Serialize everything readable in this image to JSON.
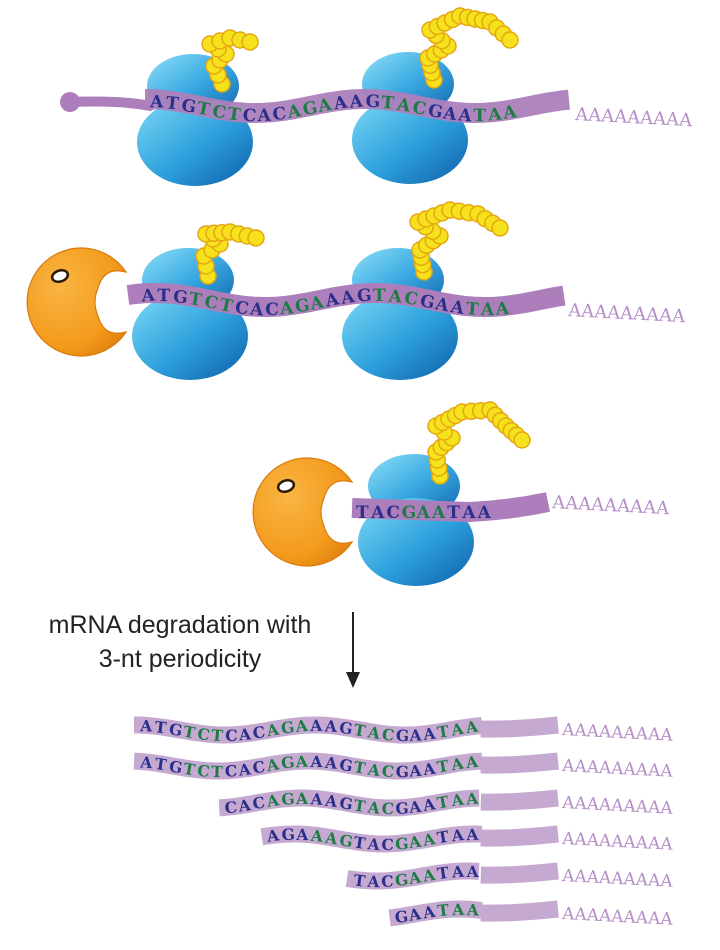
{
  "caption": {
    "line1": "mRNA degradation with",
    "line2": "3-nt periodicity"
  },
  "colors": {
    "mrna_strand": "#ac7fbc",
    "mrna_strand_light": "#c5a9d1",
    "codon_blue": "#2b2f8a",
    "codon_green": "#1e7b46",
    "polyA_text": "#b58ec7",
    "ribosome_light": "#6fd0f2",
    "ribosome_dark": "#1066b0",
    "exonuclease": "#f39a1c",
    "exonuclease_dark": "#d87a0b",
    "peptide_bead": "#f6e21c",
    "peptide_bead_edge": "#e5a613",
    "arrow": "#222222"
  },
  "sequence_full": "ATGTCTCACAGAAAGTACGAATAA",
  "codons": [
    "ATG",
    "TCT",
    "CAC",
    "AGA",
    "AAG",
    "TAC",
    "GAA",
    "TAA"
  ],
  "poly_a_tail": "AAAAAAAAA",
  "panels": [
    {
      "name": "panel-translating-mrna",
      "sequence": "ATGTCTCACAGAAAGTACGAATAA",
      "poly_a": "AAAAAAAAA"
    },
    {
      "name": "panel-exonuclease-following",
      "sequence": "ATGTCTCACAGAAAGTACGAATAA",
      "poly_a": "AAAAAAAAA"
    },
    {
      "name": "panel-last-ribosome",
      "sequence": "TACGAATAA",
      "poly_a": "AAAAAAAAA"
    }
  ],
  "fragments": [
    {
      "sequence": "ATGTCTCACAGAAAGTACGAATAA",
      "poly_a": "AAAAAAAAA"
    },
    {
      "sequence": "ATGTCTCACAGAAAGTACGAATAA",
      "poly_a": "AAAAAAAAA"
    },
    {
      "sequence": "CACAGAAAGTACGAATAA",
      "poly_a": "AAAAAAAAA"
    },
    {
      "sequence": "AGAAAGTACGAATAA",
      "poly_a": "AAAAAAAAA"
    },
    {
      "sequence": "TACGAATAA",
      "poly_a": "AAAAAAAAA"
    },
    {
      "sequence": "GAATAA",
      "poly_a": "AAAAAAAAA"
    }
  ]
}
